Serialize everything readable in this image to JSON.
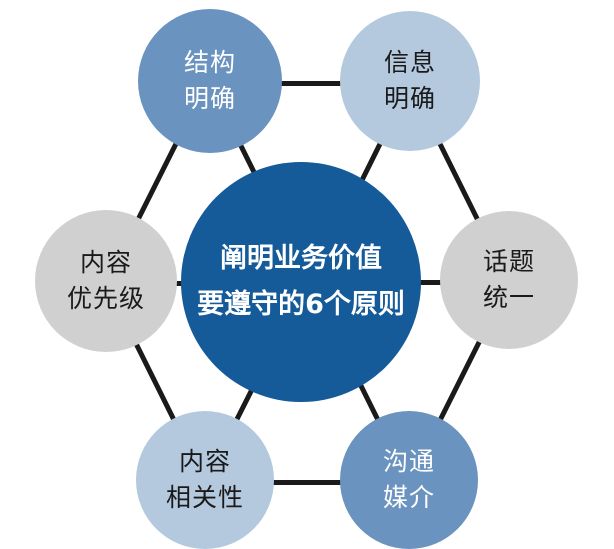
{
  "colors": {
    "center": "#155a99",
    "mid_blue": "#6a93bf",
    "light_blue": "#b4c9de",
    "gray": "#d0d0d0",
    "edge": "#1a1a1a"
  },
  "center": {
    "lines": [
      "阐明业务价值",
      "要遵守的6个原则"
    ]
  },
  "principles": [
    {
      "id": "structure",
      "lines": [
        "结构",
        "明确"
      ]
    },
    {
      "id": "information",
      "lines": [
        "信息",
        "明确"
      ]
    },
    {
      "id": "topic",
      "lines": [
        "话题",
        "统一"
      ]
    },
    {
      "id": "medium",
      "lines": [
        "沟通",
        "媒介"
      ]
    },
    {
      "id": "relevance",
      "lines": [
        "内容",
        "相关性"
      ]
    },
    {
      "id": "priority",
      "lines": [
        "内容",
        "优先级"
      ]
    }
  ]
}
